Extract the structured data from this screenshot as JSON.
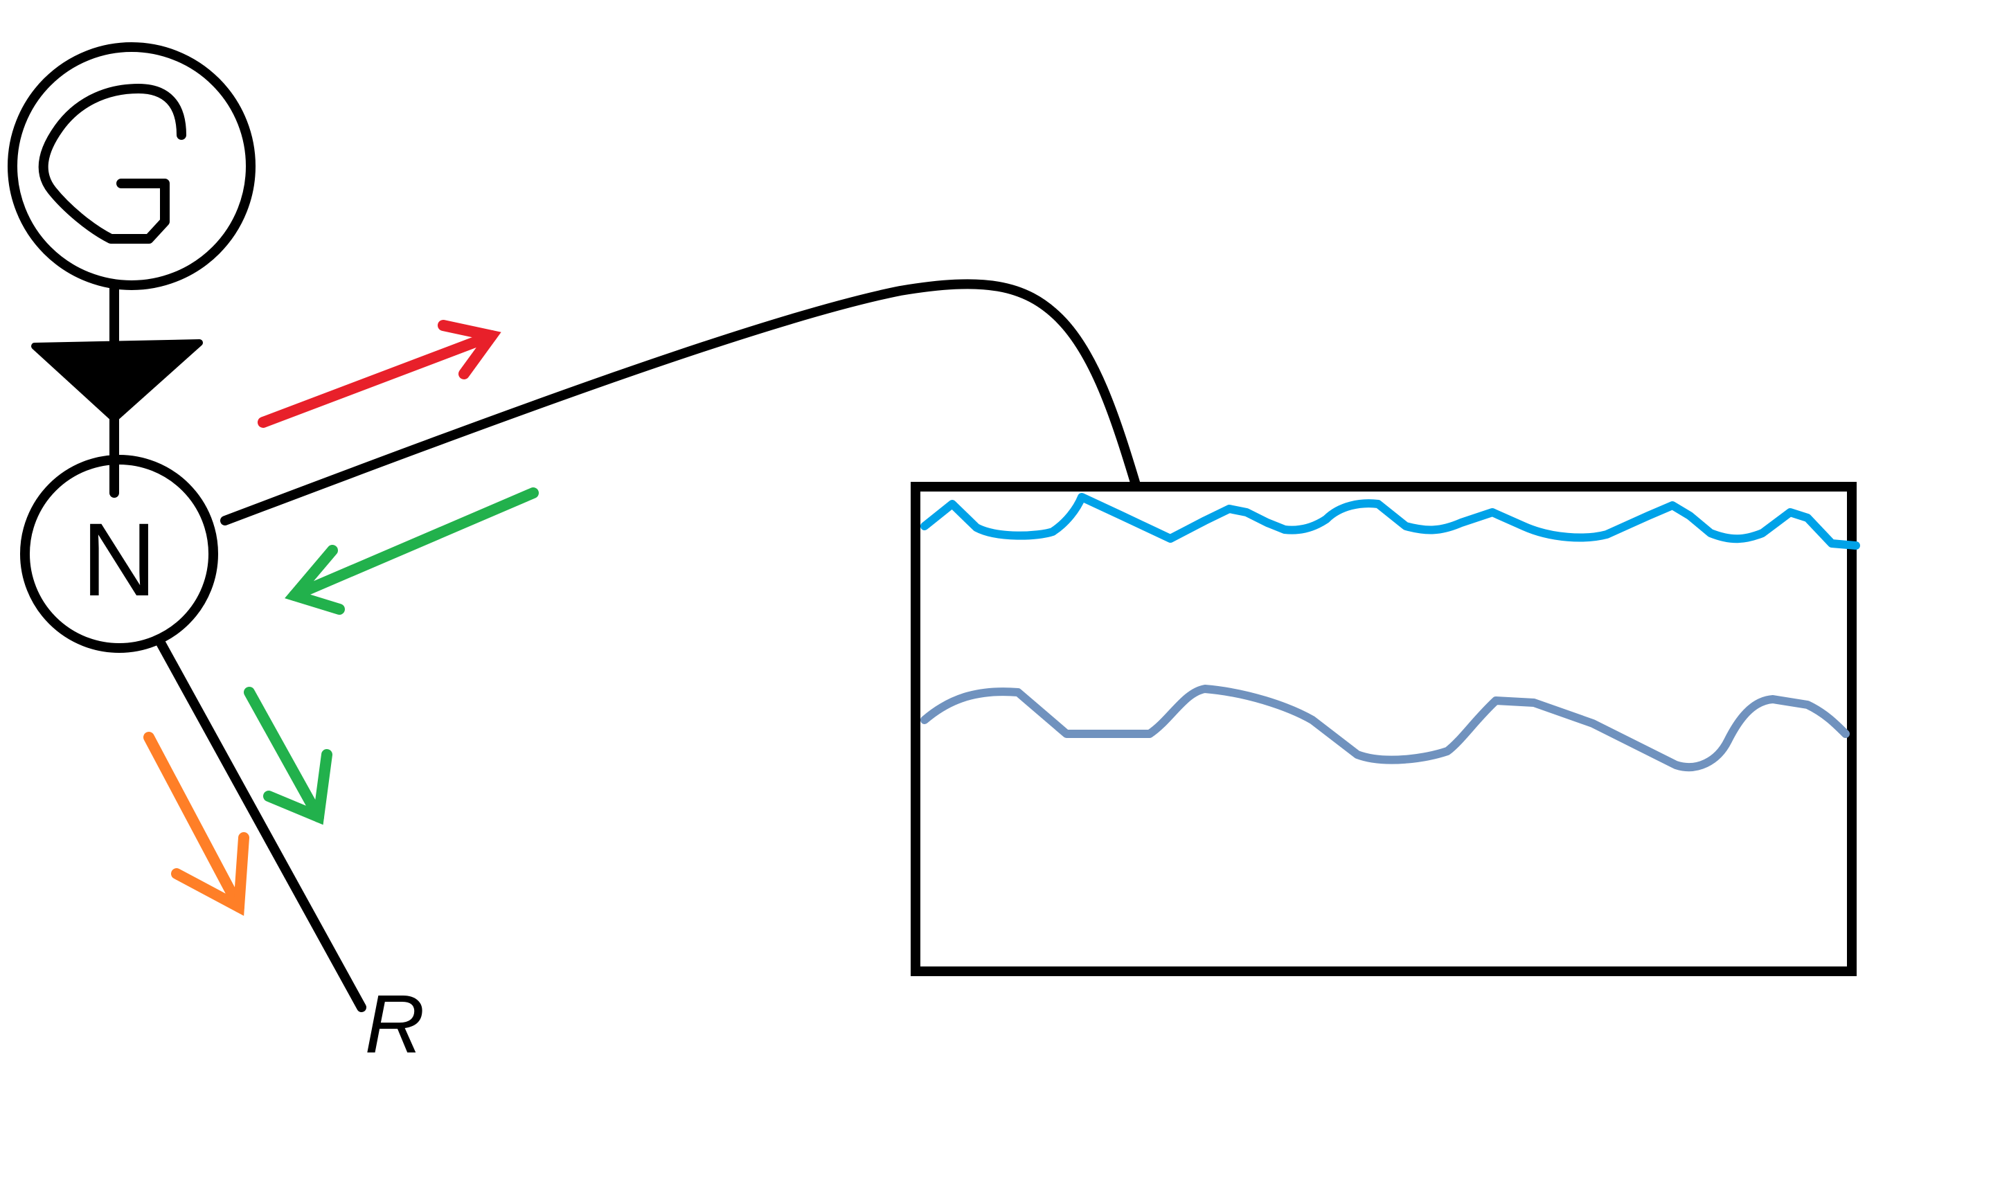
{
  "diagram": {
    "generator_label": "G",
    "node_label": "N",
    "end_label": "R"
  },
  "colors": {
    "ink": "#000000",
    "arrow_outgoing": "#e8202a",
    "arrow_return": "#22b14c",
    "arrow_branch_orange": "#ff7f27",
    "arrow_branch_green": "#22b14c",
    "wave_surface": "#00a2e8",
    "wave_lower": "#7092be"
  },
  "icons": {
    "generator": "generator-circle-icon",
    "transformer": "transformer-triangle-icon",
    "node": "node-circle-icon"
  }
}
